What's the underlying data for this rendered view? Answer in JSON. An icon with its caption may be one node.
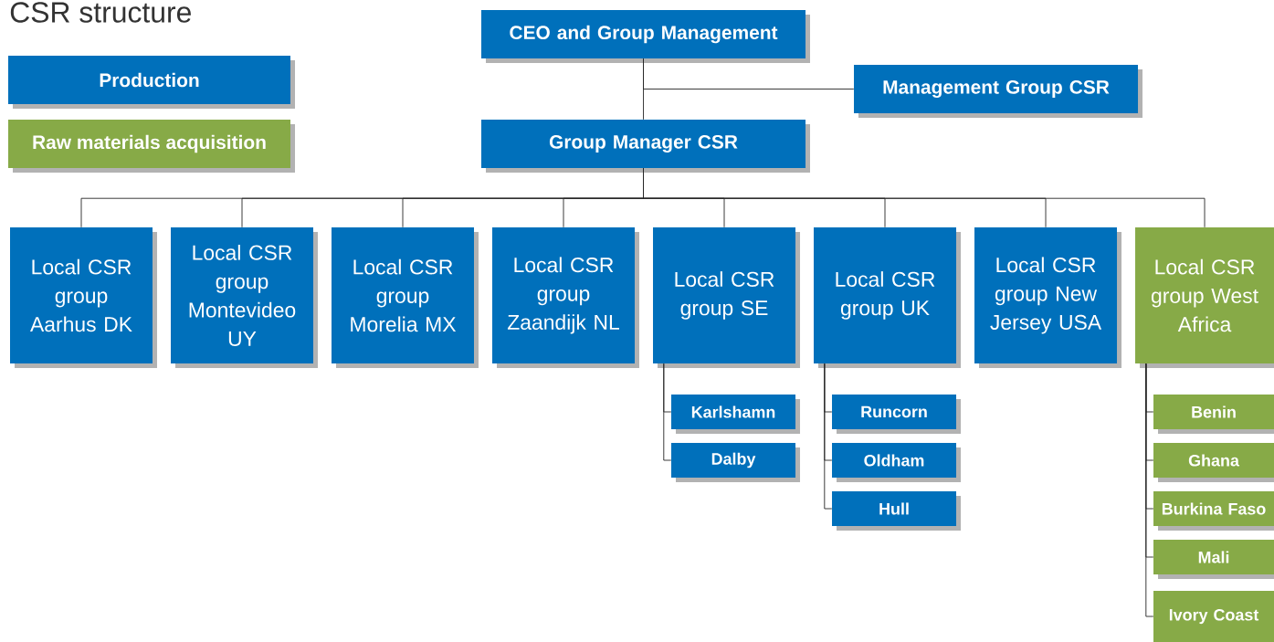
{
  "diagram": {
    "title": "CSR structure",
    "nodes": [
      {
        "text": [
          "CEO and Group Management"
        ]
      },
      {
        "text": [
          "Management Group CSR"
        ]
      },
      {
        "text": [
          "Group Manager CSR"
        ]
      },
      {
        "text": [
          "Local CSR group Aarhus DK"
        ]
      },
      {
        "text": [
          "Local CSR group Montevideo UY"
        ]
      },
      {
        "text": [
          "Local CSR group Morelia MX"
        ]
      },
      {
        "text": [
          "Local CSR group Zaandijk NL"
        ]
      },
      {
        "text": [
          "Local CSR group SE"
        ]
      },
      {
        "text": [
          "Local CSR group UK"
        ]
      },
      {
        "text": [
          "Local CSR group New Jersey USA"
        ]
      },
      {
        "text": [
          "Local CSR group West Africa"
        ]
      },
      {
        "text": [
          "Karlshamn"
        ]
      },
      {
        "text": [
          "Dalby"
        ]
      },
      {
        "text": [
          "Runcorn"
        ]
      },
      {
        "text": [
          "Oldham"
        ]
      },
      {
        "text": [
          "Hull"
        ]
      },
      {
        "text": [
          "Benin"
        ]
      },
      {
        "text": [
          "Ghana"
        ]
      },
      {
        "text": [
          "Burkina Faso"
        ]
      },
      {
        "text": [
          "Mali"
        ]
      },
      {
        "text": [
          "Ivory Coast"
        ]
      }
    ],
    "edges": [
      {
        "from": 0,
        "to": 1,
        "arrow": "none"
      },
      {
        "from": 0,
        "to": 2,
        "arrow": "none"
      },
      {
        "from": 2,
        "to": 3,
        "arrow": "none"
      },
      {
        "from": 2,
        "to": 4,
        "arrow": "none"
      },
      {
        "from": 2,
        "to": 5,
        "arrow": "none"
      },
      {
        "from": 2,
        "to": 6,
        "arrow": "none"
      },
      {
        "from": 2,
        "to": 7,
        "arrow": "none"
      },
      {
        "from": 2,
        "to": 8,
        "arrow": "none"
      },
      {
        "from": 2,
        "to": 9,
        "arrow": "none"
      },
      {
        "from": 2,
        "to": 10,
        "arrow": "none"
      },
      {
        "from": 7,
        "to": 11,
        "arrow": "none"
      },
      {
        "from": 7,
        "to": 12,
        "arrow": "none"
      },
      {
        "from": 8,
        "to": 13,
        "arrow": "none"
      },
      {
        "from": 8,
        "to": 14,
        "arrow": "none"
      },
      {
        "from": 8,
        "to": 15,
        "arrow": "none"
      },
      {
        "from": 10,
        "to": 16,
        "arrow": "none"
      },
      {
        "from": 10,
        "to": 17,
        "arrow": "none"
      },
      {
        "from": 10,
        "to": 18,
        "arrow": "none"
      },
      {
        "from": 10,
        "to": 19,
        "arrow": "none"
      },
      {
        "from": 10,
        "to": 20,
        "arrow": "none"
      }
    ],
    "legend": [
      {
        "text": "Production",
        "color": "#0070bb"
      },
      {
        "text": "Raw materials acquisition",
        "color": "#87aa47"
      }
    ]
  }
}
